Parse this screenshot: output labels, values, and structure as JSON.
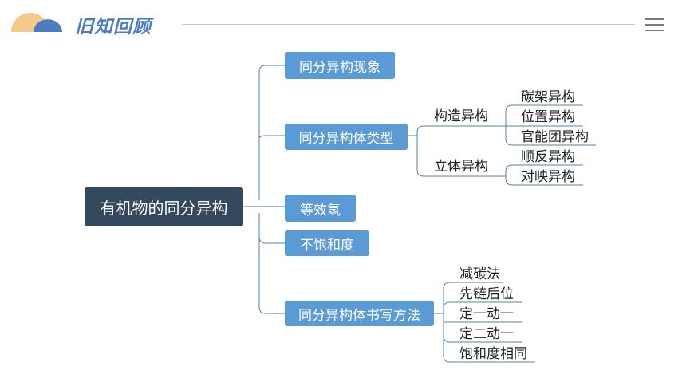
{
  "header": {
    "title": "旧知回顾",
    "logo_icon": "sun-icon",
    "menu_icon": "hamburger-menu-icon",
    "colors": {
      "logo_sun": "#f5c98a",
      "logo_hill": "#4c7cc0",
      "title": "#4c7cc0"
    }
  },
  "mindmap": {
    "root": "有机物的同分异构",
    "branches": {
      "phenomenon": "同分异构现象",
      "types": "同分异构体类型",
      "equivalent_h": "等效氢",
      "unsaturation": "不饱和度",
      "writing": "同分异构体书写方法"
    },
    "types_sub": {
      "structural": "构造异构",
      "stereo": "立体异构"
    },
    "structural_leaves": [
      "碳架异构",
      "位置异构",
      "官能团异构"
    ],
    "stereo_leaves": [
      "顺反异构",
      "对映异构"
    ],
    "writing_leaves": [
      "减碳法",
      "先链后位",
      "定一动一",
      "定二动一",
      "饱和度相同"
    ],
    "colors": {
      "root_fill": "#34495e",
      "branch_fill": "#5b9bd5",
      "connector": "#5b7fa6"
    }
  }
}
